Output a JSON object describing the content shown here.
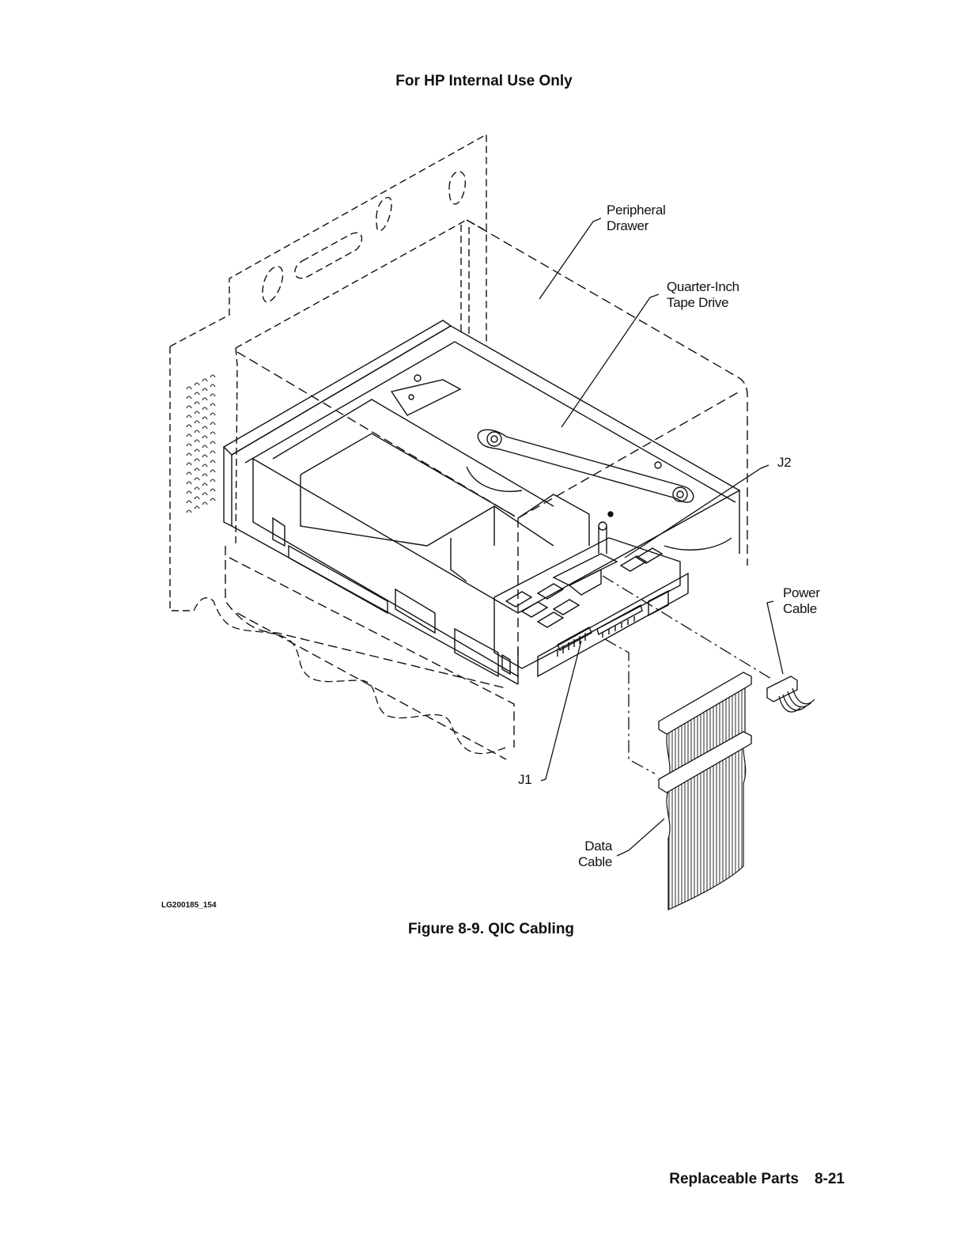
{
  "header": {
    "text": "For HP Internal Use Only"
  },
  "figure": {
    "callouts": {
      "peripheral_drawer": [
        "Peripheral",
        "Drawer"
      ],
      "tape_drive": [
        "Quarter-Inch",
        "Tape Drive"
      ],
      "j2": "J2",
      "power_cable": [
        "Power",
        "Cable"
      ],
      "j1": "J1",
      "data_cable": [
        "Data",
        "Cable"
      ]
    },
    "drawing_id": "LG200185_154",
    "caption": "Figure 8-9. QIC Cabling"
  },
  "footer": {
    "section": "Replaceable Parts",
    "page": "8-21"
  },
  "colors": {
    "ink": "#111111",
    "paper": "#ffffff"
  }
}
